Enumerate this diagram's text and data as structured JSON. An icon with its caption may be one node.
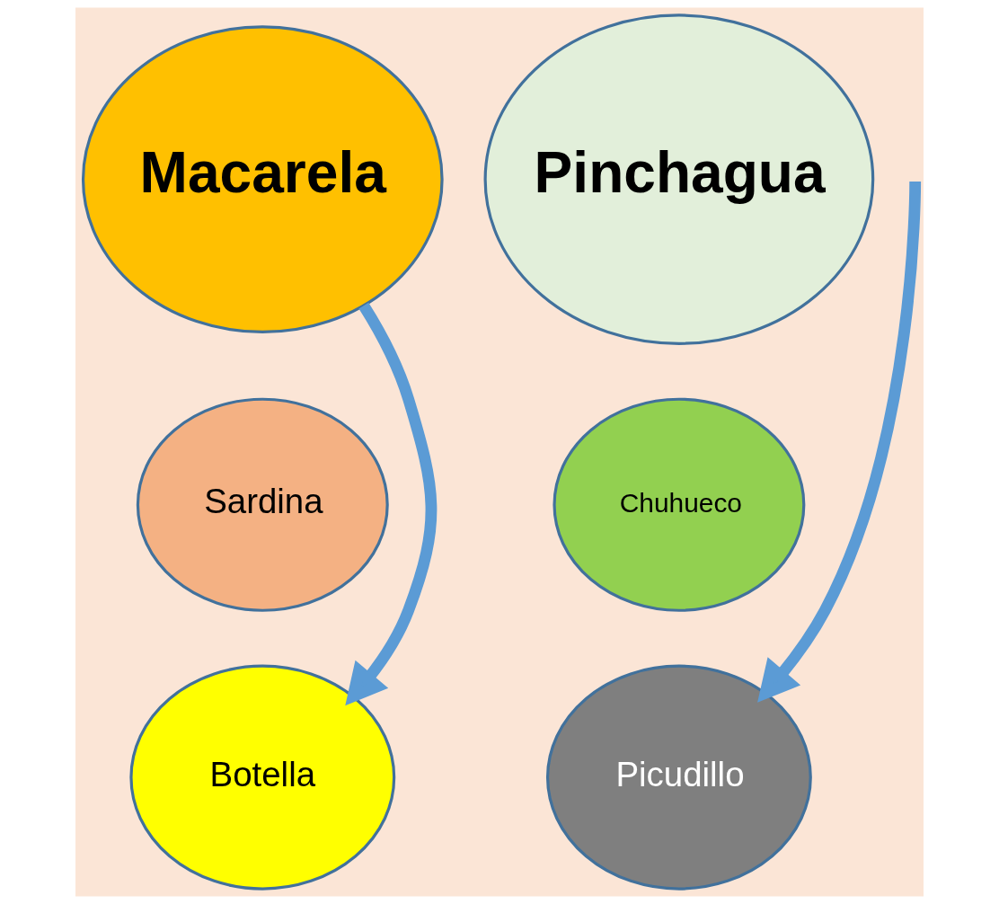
{
  "diagram": {
    "nodes": [
      {
        "text": [
          "Macarela"
        ]
      },
      {
        "text": [
          "Pinchagua"
        ]
      },
      {
        "text": [
          "Sardina"
        ]
      },
      {
        "text": [
          "Chuhueco"
        ]
      },
      {
        "text": [
          "Botella"
        ]
      },
      {
        "text": [
          "Picudillo"
        ]
      }
    ],
    "edges": [
      {
        "from": 0,
        "to": 4,
        "arrow": "to"
      },
      {
        "from": null,
        "to": 5,
        "arrow": "to"
      }
    ]
  }
}
